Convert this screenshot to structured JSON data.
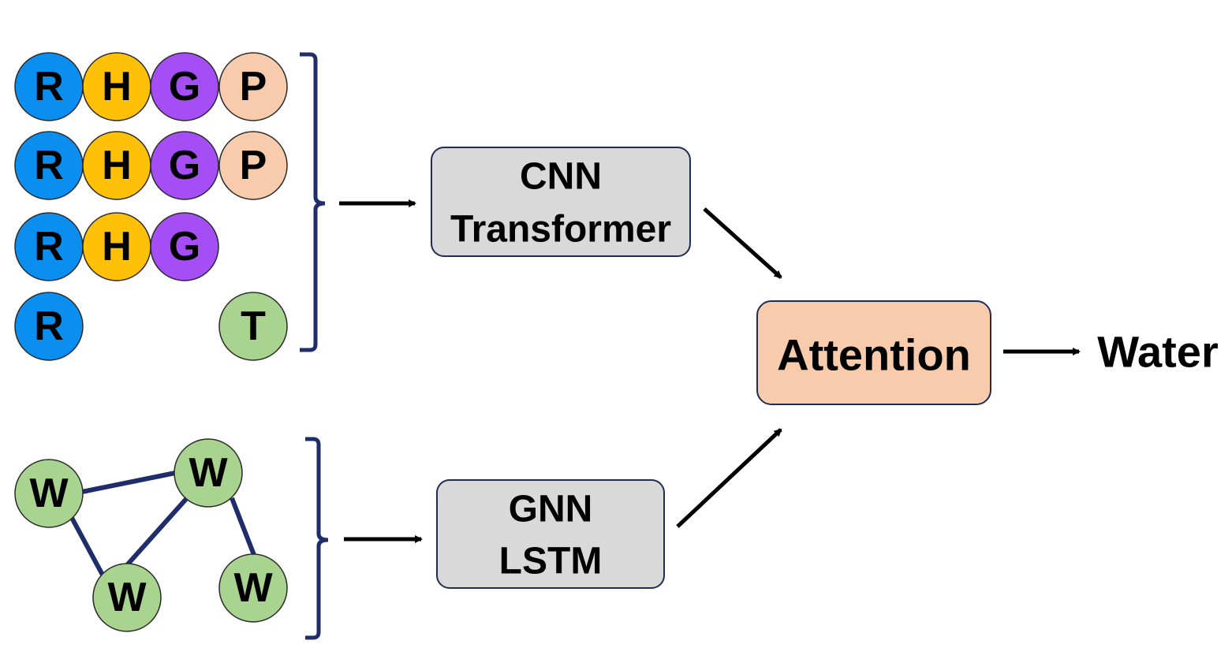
{
  "colors": {
    "R": "#0a8ef0",
    "H": "#ffc107",
    "G": "#a64ef5",
    "P": "#f7cbab",
    "T": "#a9d48f",
    "W": "#a9d48f",
    "model_box": "#d9d9d9",
    "attention_box": "#f7cbab",
    "bracket": "#1f2d6b",
    "arrow": "#000000"
  },
  "sequence_rows": [
    [
      "R",
      "H",
      "G",
      "P"
    ],
    [
      "R",
      "H",
      "G",
      "P"
    ],
    [
      "R",
      "H",
      "G"
    ],
    [
      "R",
      "T"
    ]
  ],
  "graph_nodes": [
    "W",
    "W",
    "W",
    "W"
  ],
  "boxes": {
    "top": [
      "CNN",
      "Transformer"
    ],
    "bottom": [
      "GNN",
      "LSTM"
    ],
    "attention": "Attention"
  },
  "output": "Water"
}
